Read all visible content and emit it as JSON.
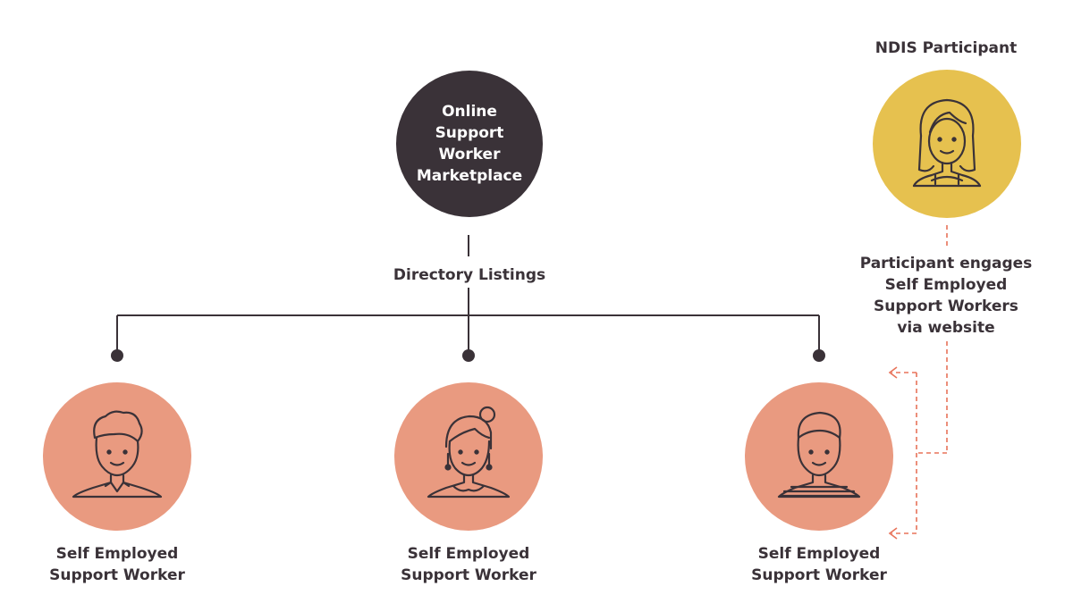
{
  "hub": {
    "lines": [
      "Online",
      "Support Worker",
      "Marketplace"
    ]
  },
  "directory_label": "Directory Listings",
  "participant": {
    "title": "NDIS Participant",
    "engage_lines": [
      "Participant engages",
      "Self Employed",
      "Support Workers",
      "via website"
    ]
  },
  "workers": [
    {
      "lines": [
        "Self Employed",
        "Support Worker"
      ]
    },
    {
      "lines": [
        "Self Employed",
        "Support Worker"
      ]
    },
    {
      "lines": [
        "Self Employed",
        "Support Worker"
      ]
    }
  ],
  "colors": {
    "hub": "#3a3238",
    "participant": "#e6c14f",
    "worker": "#e99a80",
    "dashed_arrow": "#e8735a",
    "text": "#3a3238"
  }
}
